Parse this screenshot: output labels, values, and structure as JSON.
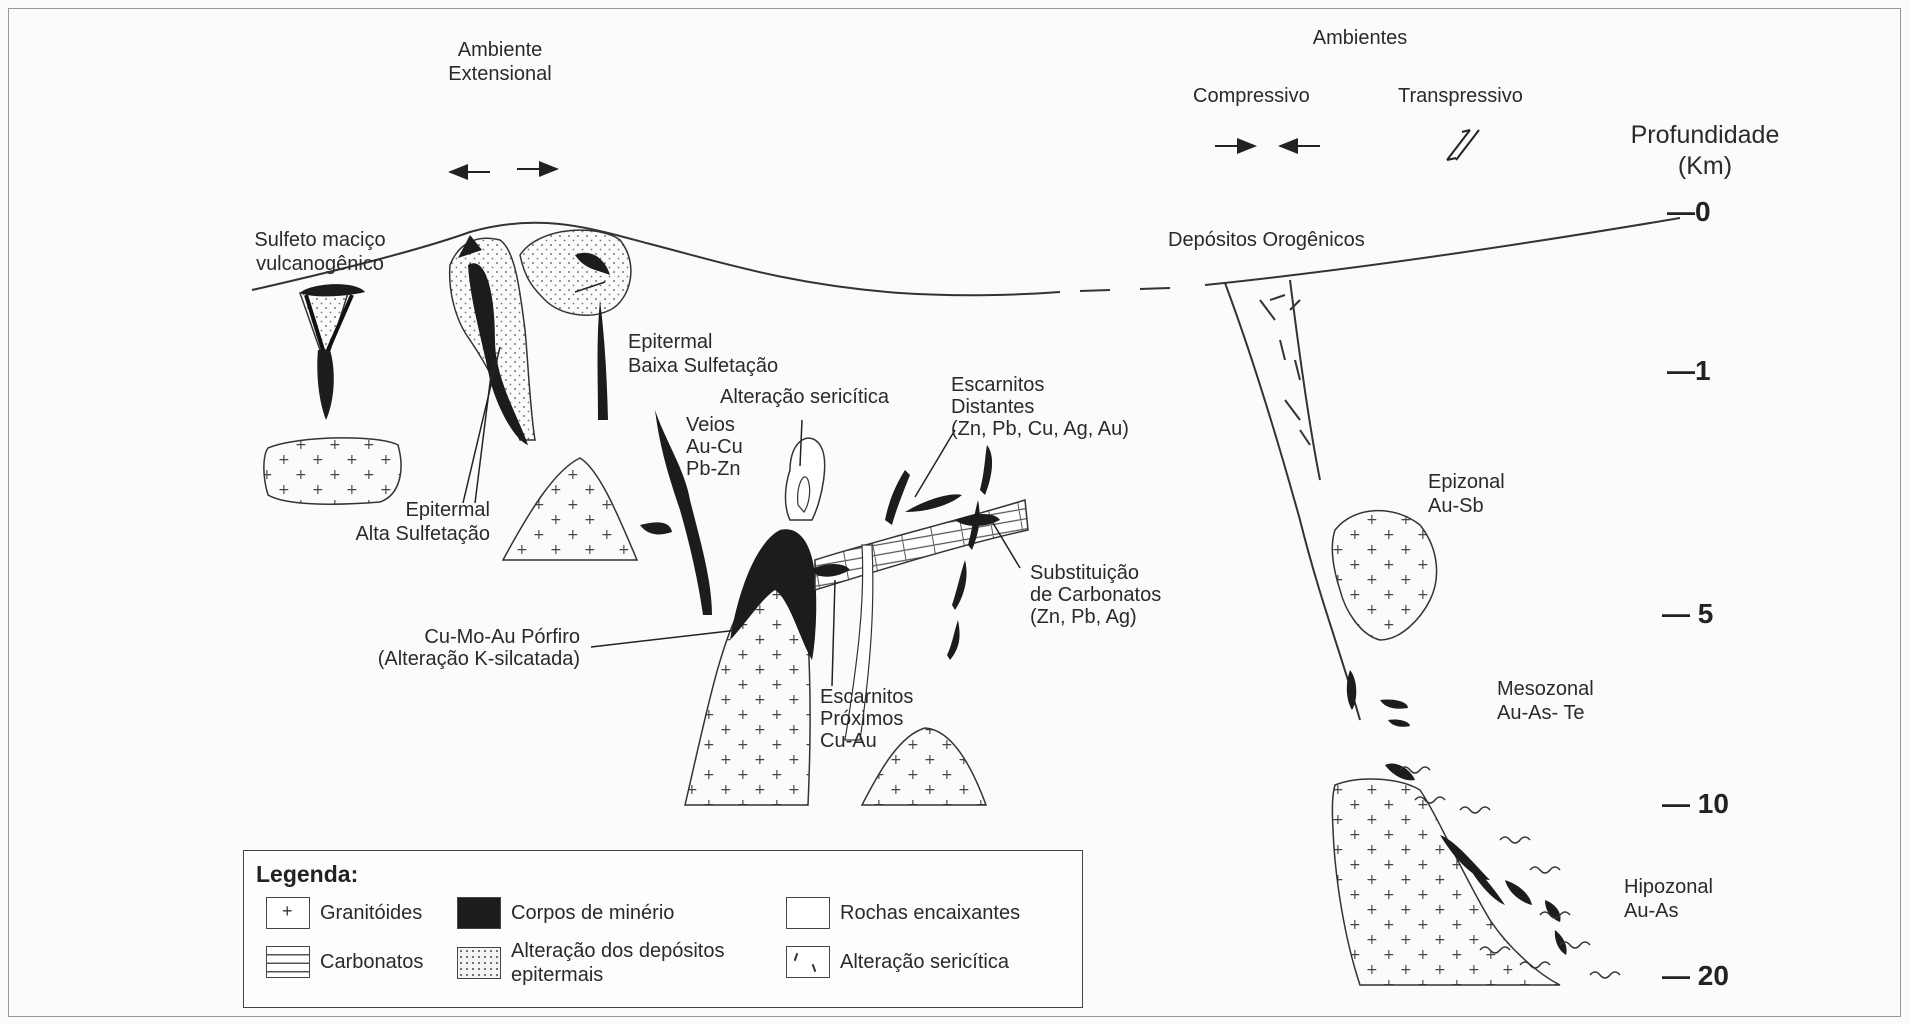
{
  "header": {
    "extensional": "Ambiente\nExtensional",
    "ambientes": "Ambientes",
    "compressivo": "Compressivo",
    "transpressivo": "Transpressivo"
  },
  "depth_axis": {
    "title": "Profundidade\n(Km)",
    "ticks": [
      "—0",
      "—1",
      "— 5",
      "— 10",
      "— 20"
    ]
  },
  "labels": {
    "sulfeto": "Sulfeto maciço\nvulcanogênico",
    "epitermal_baixa": "Epitermal\nBaixa Sulfetação",
    "epitermal_alta": "Epitermal\nAlta Sulfetação",
    "alteracao_sericitica": "Alteração sericítica",
    "veios": "Veios\nAu-Cu\nPb-Zn",
    "escarnitos_distantes": "Escarnitos\nDistantes\n(Zn, Pb, Cu, Ag, Au)",
    "substituicao": "Substituição\nde Carbonatos\n(Zn, Pb, Ag)",
    "porfiro": "Cu-Mo-Au Pórfiro\n(Alteração K-silcatada)",
    "escarnitos_proximos": "Escarnitos\nPróximos\nCu-Au",
    "orogenicos": "Depósitos Orogênicos",
    "epizonal": "Epizonal\nAu-Sb",
    "mesozonal": "Mesozonal\nAu-As- Te",
    "hipozonal": "Hipozonal\nAu-As"
  },
  "legend": {
    "title": "Legenda:",
    "granitoides": "Granitóides",
    "corpos": "Corpos de minério",
    "rochas": "Rochas encaixantes",
    "carbonatos": "Carbonatos",
    "alteracao_epi": "Alteração dos depósitos\nepitermais",
    "alteracao_seric": "Alteração sericítica"
  }
}
